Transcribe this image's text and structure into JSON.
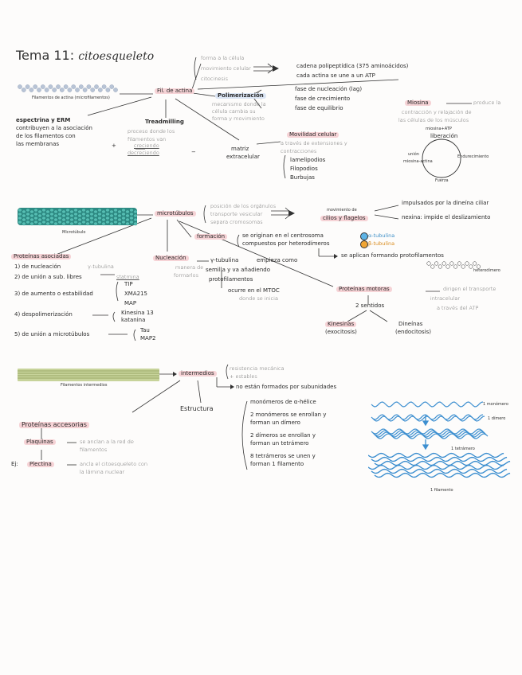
{
  "title": {
    "main": "Tema 11:",
    "sub": "citoesqueleto"
  },
  "actina": {
    "image_label": "Filamentos de actina (microfilamentos)",
    "node": "Fil. de actina",
    "funcs": [
      "forma a la célula",
      "movimiento celular",
      "citocinesis"
    ],
    "cadena": "cadena polipeptídica (375 aminoácidos)",
    "cadena2": "cada actina se une a un ATP",
    "espectrina": "espectrina y ERM",
    "contribuyen": "contribuyen a la asociación",
    "contribuyen2": "de los filamentos con",
    "contribuyen3": "las membranas",
    "treadmilling": "Treadmilling",
    "tread_desc": [
      "proceso donde los",
      "filamentos van"
    ],
    "creciendo": "creciendo",
    "decreciendo": "decreciendo",
    "tread_plus": "+",
    "tread_minus": "−",
    "polimerizacion": "Polimerización",
    "poli_desc": [
      "mecanismo donde la",
      "célula cambia su",
      "forma y movimiento"
    ],
    "fases": [
      "fase de nucleación (lag)",
      "fase de crecimiento",
      "fase de equilibrio"
    ],
    "movilidad": "Movilidad celular",
    "mov_desc": [
      "a través de extensiones y",
      "contracciones"
    ],
    "matriz": [
      "matriz",
      "extracelular"
    ],
    "extensiones": [
      "lamelipodios",
      "Filopodios",
      "Burbujas"
    ],
    "miosina": "Miosina",
    "miosina_desc": [
      "produce la",
      "contracción y relajación de",
      "las células de los músculos"
    ],
    "ciclo": {
      "top": "miosina+ATP",
      "liberacion": "liberación",
      "endurecimiento": "Endurecimiento",
      "union": "unión",
      "union2": "miosina-actina",
      "fuerza": "Fuerza"
    }
  },
  "microtubulos": {
    "image_label": "Microtúbulo",
    "node": "microtúbulos",
    "desc": [
      "posición de los orgánulos",
      "transporte vesicular",
      "separa cromosomas"
    ],
    "movimiento": [
      "movimiento de",
      "cilios y flagelos"
    ],
    "impulsados": "impulsados por la dineína ciliar",
    "nexina": "nexina: impide el deslizamiento",
    "formacion": "formación",
    "formacion_items": [
      "se originan en el centrosoma",
      "compuestos por heterodímeros"
    ],
    "alfa": "α-tubulina",
    "beta": "β-tubulina",
    "protofilamentos": "se aplican formando protofilamentos",
    "heterodimero": "heterodímero",
    "proteinas_asociadas": "Proteínas asociadas",
    "asociadas_items": [
      "1) de nucleación",
      "2) de unión a sub. libres",
      "3) de aumento o estabilidad",
      "4) despolimerización",
      "5) de unión a microtúbulos"
    ],
    "asociadas_values": [
      "γ-tubulina",
      "statmina"
    ],
    "estabilidad": [
      "TIP",
      "XMA215",
      "MAP"
    ],
    "despolim": [
      "Kinesina 13",
      "katanina"
    ],
    "union_mt": [
      "Tau",
      "MAP2"
    ],
    "nucleacion": "Nucleación",
    "nucleacion_sub": [
      "manera de",
      "formarlos"
    ],
    "gamma": "γ-tubulina",
    "gamma_desc": [
      "empieza como",
      "semilla y va añadiendo",
      "protofilamentos"
    ],
    "mtoc": "ocurre en el MTOC",
    "mtoc2": "donde se inicia",
    "motoras": "Proteínas motoras",
    "motoras_desc": [
      "dirigen el transporte",
      "intracelular",
      "a través del ATP"
    ],
    "sentidos": "2 sentidos",
    "kinesinas": [
      "Kinesinas",
      "(exocitosis)"
    ],
    "dineinas": [
      "Dineínas",
      "(endocitosis)"
    ]
  },
  "intermedios": {
    "image_label": "Filamentos intermedios",
    "node": "intermedios",
    "desc": [
      "resistencia mecánica",
      "+ estables"
    ],
    "no_subunidades": "no están formados por subunidades",
    "estructura": "Estructura",
    "estructura_items": [
      "monómeros de α-hélice",
      "2 monómeros se enrollan y",
      "forman un dímero",
      "2 dímeros se enrollan y",
      "forman un tetrámero",
      "8 tetrámeros se unen y",
      "forman 1 filamento"
    ],
    "fig_labels": [
      "1 monómero",
      "1 dímero",
      "1 tetrámero",
      "1 filamento"
    ],
    "accesorias": "Proteínas accesorias",
    "plaquinas": "Plaquinas",
    "plaquinas_desc": [
      "se anclan a la red de",
      "filamentos"
    ],
    "ej": "Ej:",
    "plectina": "Plectina",
    "plectina_desc": [
      "ancla el citoesqueleto con",
      "la lámina nuclear"
    ]
  },
  "colors": {
    "highlight": "#f6d3d6",
    "actin": "#b8c4d6",
    "microtubule": "#3fa59c",
    "intermediate": "#b9c58a",
    "filament": "#3d8fd0",
    "alpha": "#5eb4e6",
    "beta": "#f0a534"
  }
}
